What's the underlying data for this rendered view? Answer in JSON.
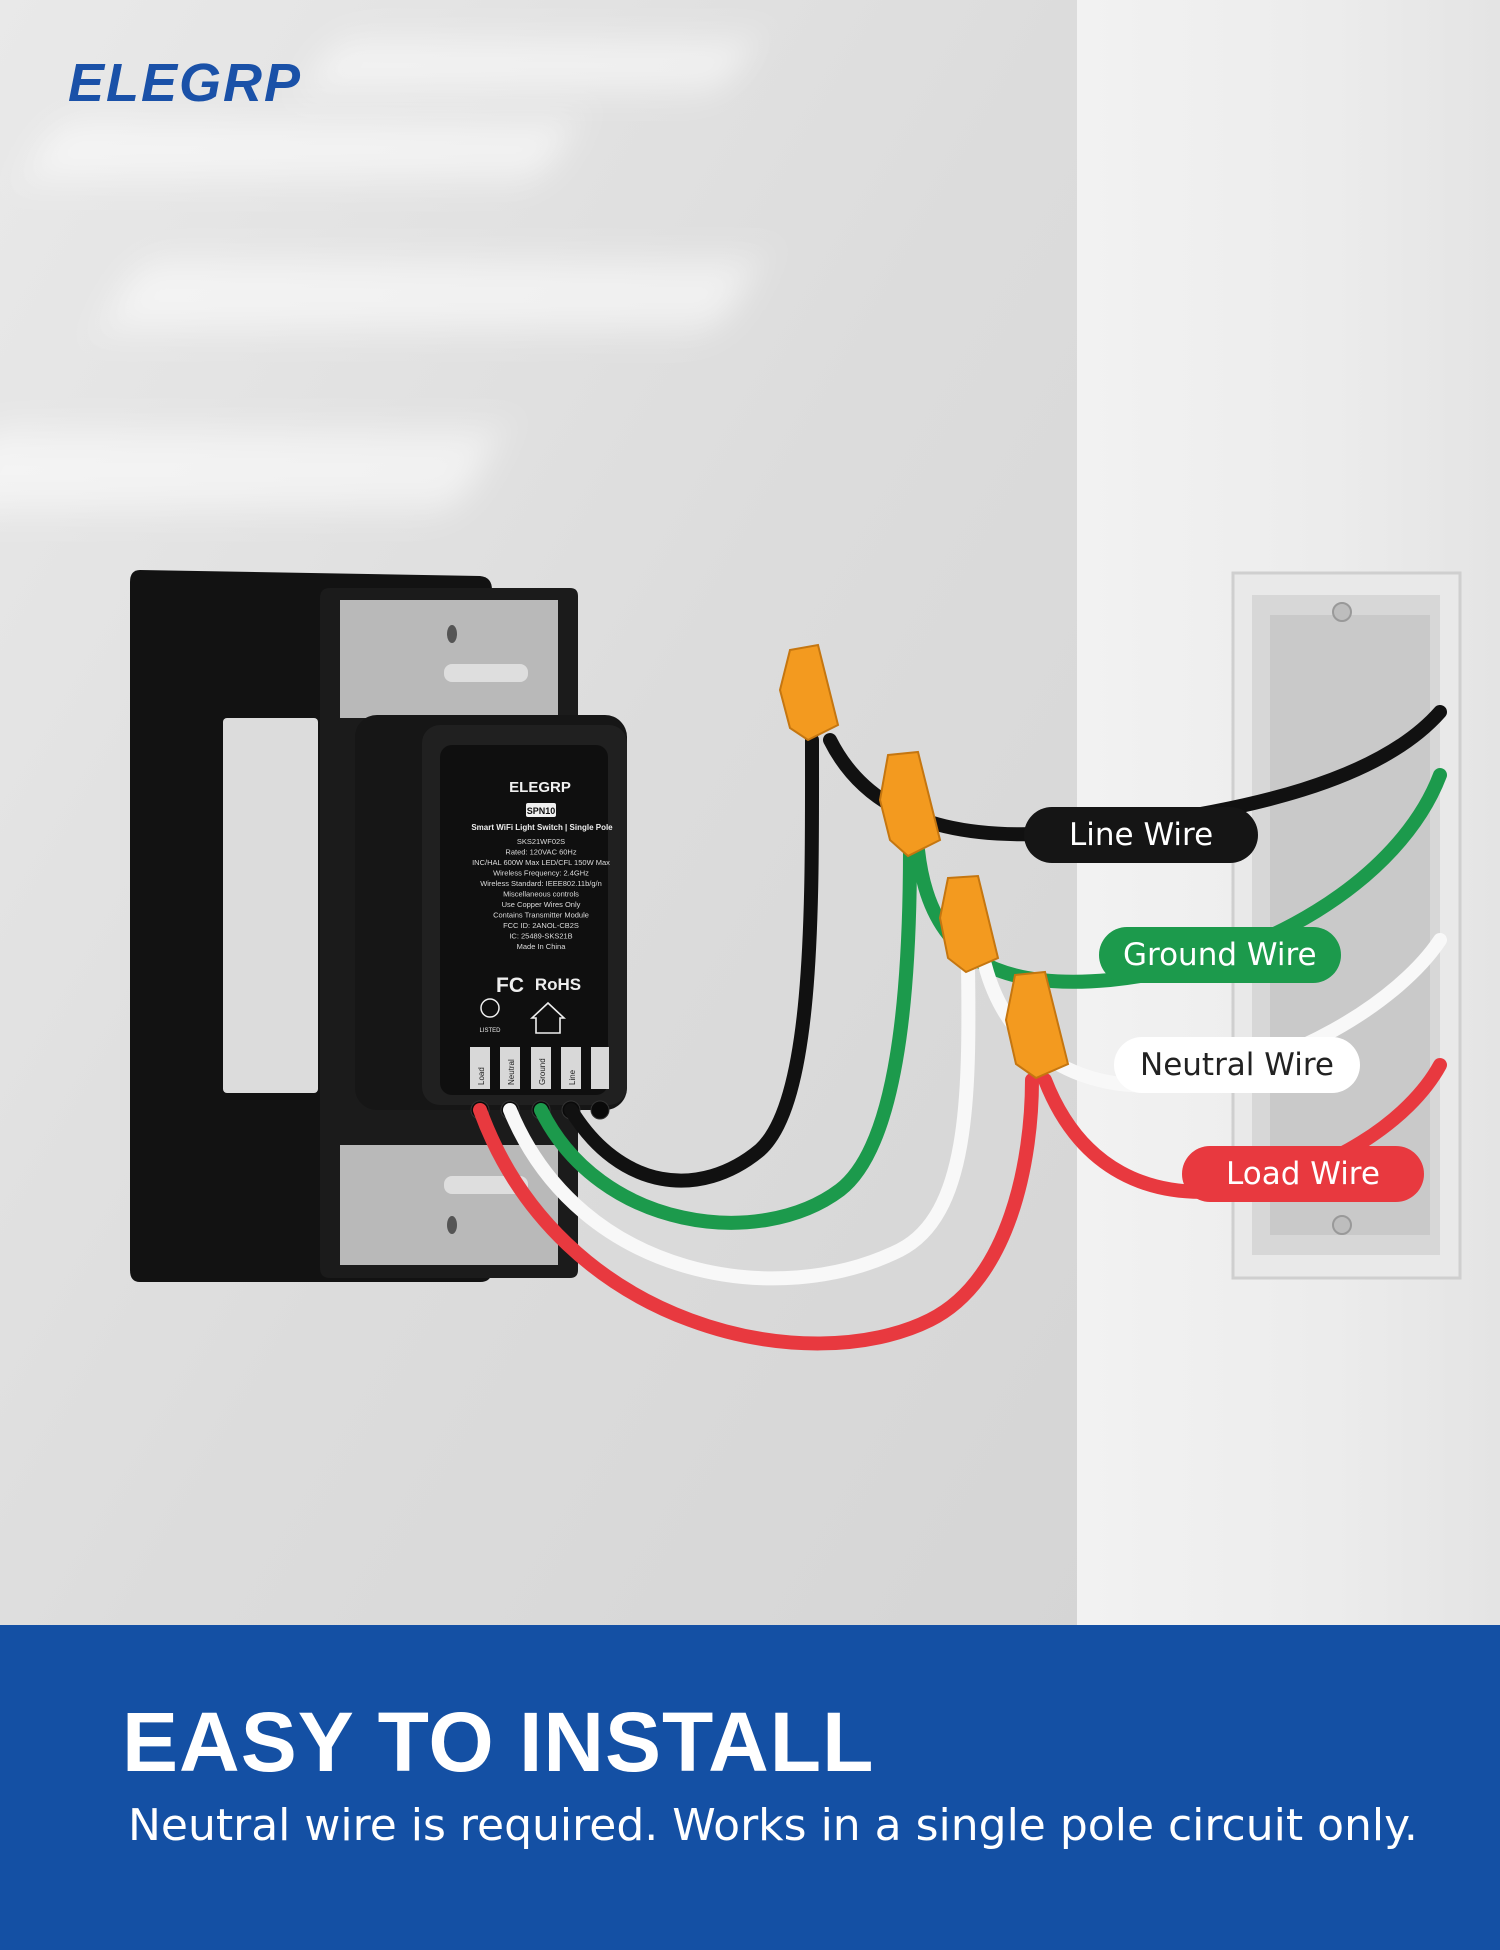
{
  "brand": {
    "logo_text": "ELEGRP",
    "color": "#1a51a8"
  },
  "device": {
    "brand": "ELEGRP",
    "model_badge": "SPN10",
    "title": "Smart WiFi Light Switch | Single Pole",
    "spec_lines": [
      "SKS21WF02S",
      "Rated: 120VAC 60Hz",
      "INC/HAL 600W Max LED/CFL 150W Max",
      "Wireless Frequency: 2.4GHz",
      "Wireless Standard: IEEE802.11b/g/n",
      "Miscellaneous controls",
      "Use Copper Wires Only",
      "Contains Transmitter Module",
      "FCC ID: 2ANOL-CB2S",
      "IC: 25489-SKS21B",
      "Made In China"
    ],
    "cert_fc": "FC",
    "cert_rohs": "RoHS",
    "listed": "LISTED",
    "terminals": [
      "Load",
      "Neutral",
      "Ground",
      "Line"
    ]
  },
  "wire_labels": {
    "line": "Line Wire",
    "ground": "Ground Wire",
    "neutral": "Neutral Wire",
    "load": "Load Wire"
  },
  "colors": {
    "line": "#151515",
    "ground": "#1c9a4c",
    "neutral": "#ffffff",
    "load": "#e8393f",
    "connector": "#f39a1f",
    "banner": "#1450a4"
  },
  "banner": {
    "headline": "EASY TO INSTALL",
    "subline": "Neutral wire is required. Works in a single pole circuit only."
  }
}
